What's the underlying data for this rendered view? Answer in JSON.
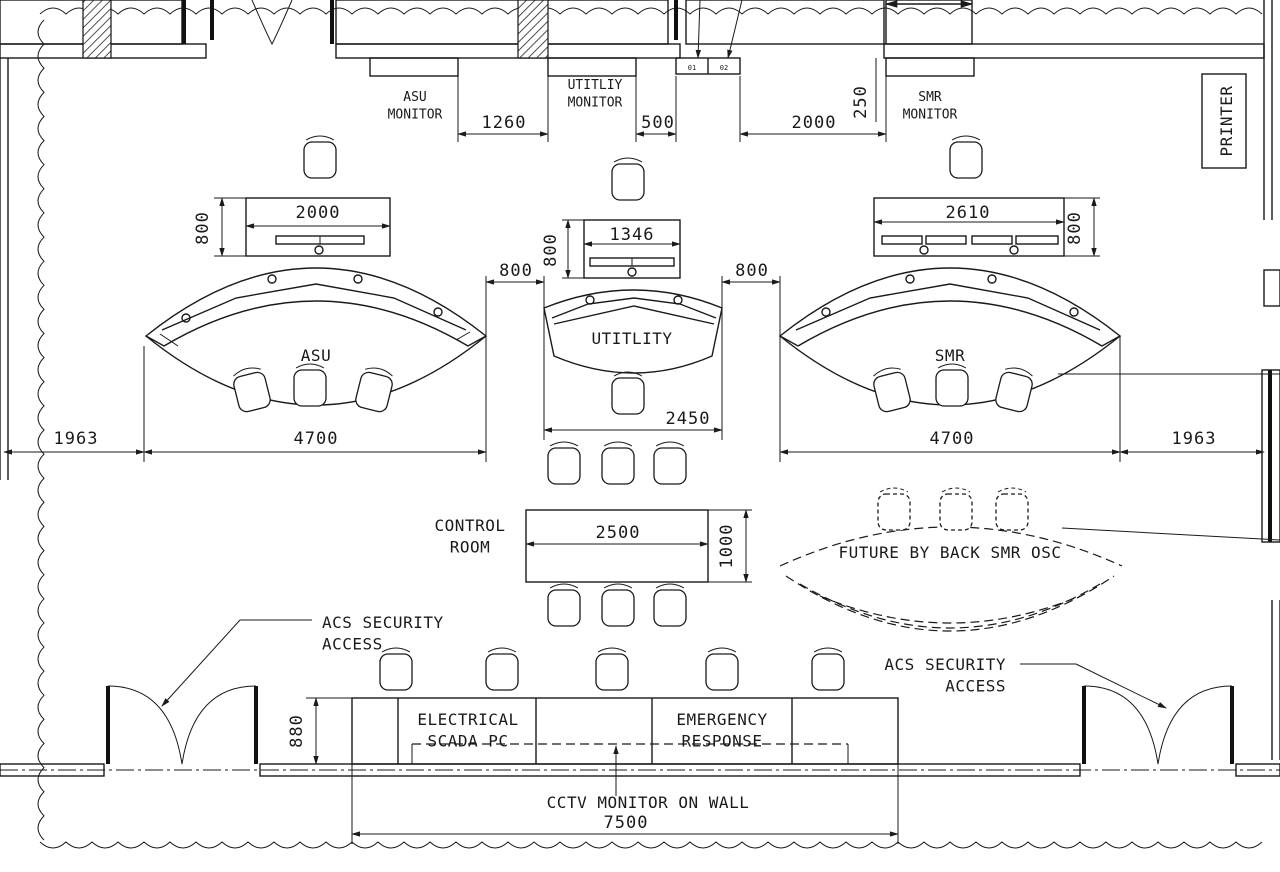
{
  "equipment": {
    "asu_monitor": "ASU\nMONITOR",
    "utility_monitor": "UTITLIY\nMONITOR",
    "smr_monitor": "SMR\nMONITOR",
    "printer": "PRINTER",
    "cctv": "CCTV MONITOR ON WALL"
  },
  "stations": {
    "asu": "ASU",
    "utility": "UTITLITY",
    "smr": "SMR",
    "future": "FUTURE BY BACK SMR OSC"
  },
  "rooms": {
    "control_room": "CONTROL\nROOM",
    "electrical_scada": "ELECTRICAL\nSCADA PC",
    "emergency_response": "EMERGENCY\nRESPONSE"
  },
  "access": {
    "left": "ACS SECURITY\nACCESS",
    "right": "ACS SECURITY\nACCESS"
  },
  "dimensions": {
    "asu_monitor_gap": "1260",
    "util_monitor_gap": "500",
    "smr_monitor_gap": "2000",
    "smr_monitor_depth": "250",
    "asu_desk_w": "2000",
    "asu_desk_d": "800",
    "util_desk_w": "1346",
    "util_desk_d": "800",
    "smr_desk_w": "2610",
    "smr_desk_d": "800",
    "gap_left": "800",
    "gap_right": "800",
    "util_station_w": "2450",
    "asu_station_w": "4700",
    "smr_station_w": "4700",
    "left_clear": "1963",
    "right_clear": "1963",
    "control_table_w": "2500",
    "control_table_d": "1000",
    "console_depth": "880",
    "console_w": "7500",
    "small_a": "01",
    "small_b": "02"
  }
}
